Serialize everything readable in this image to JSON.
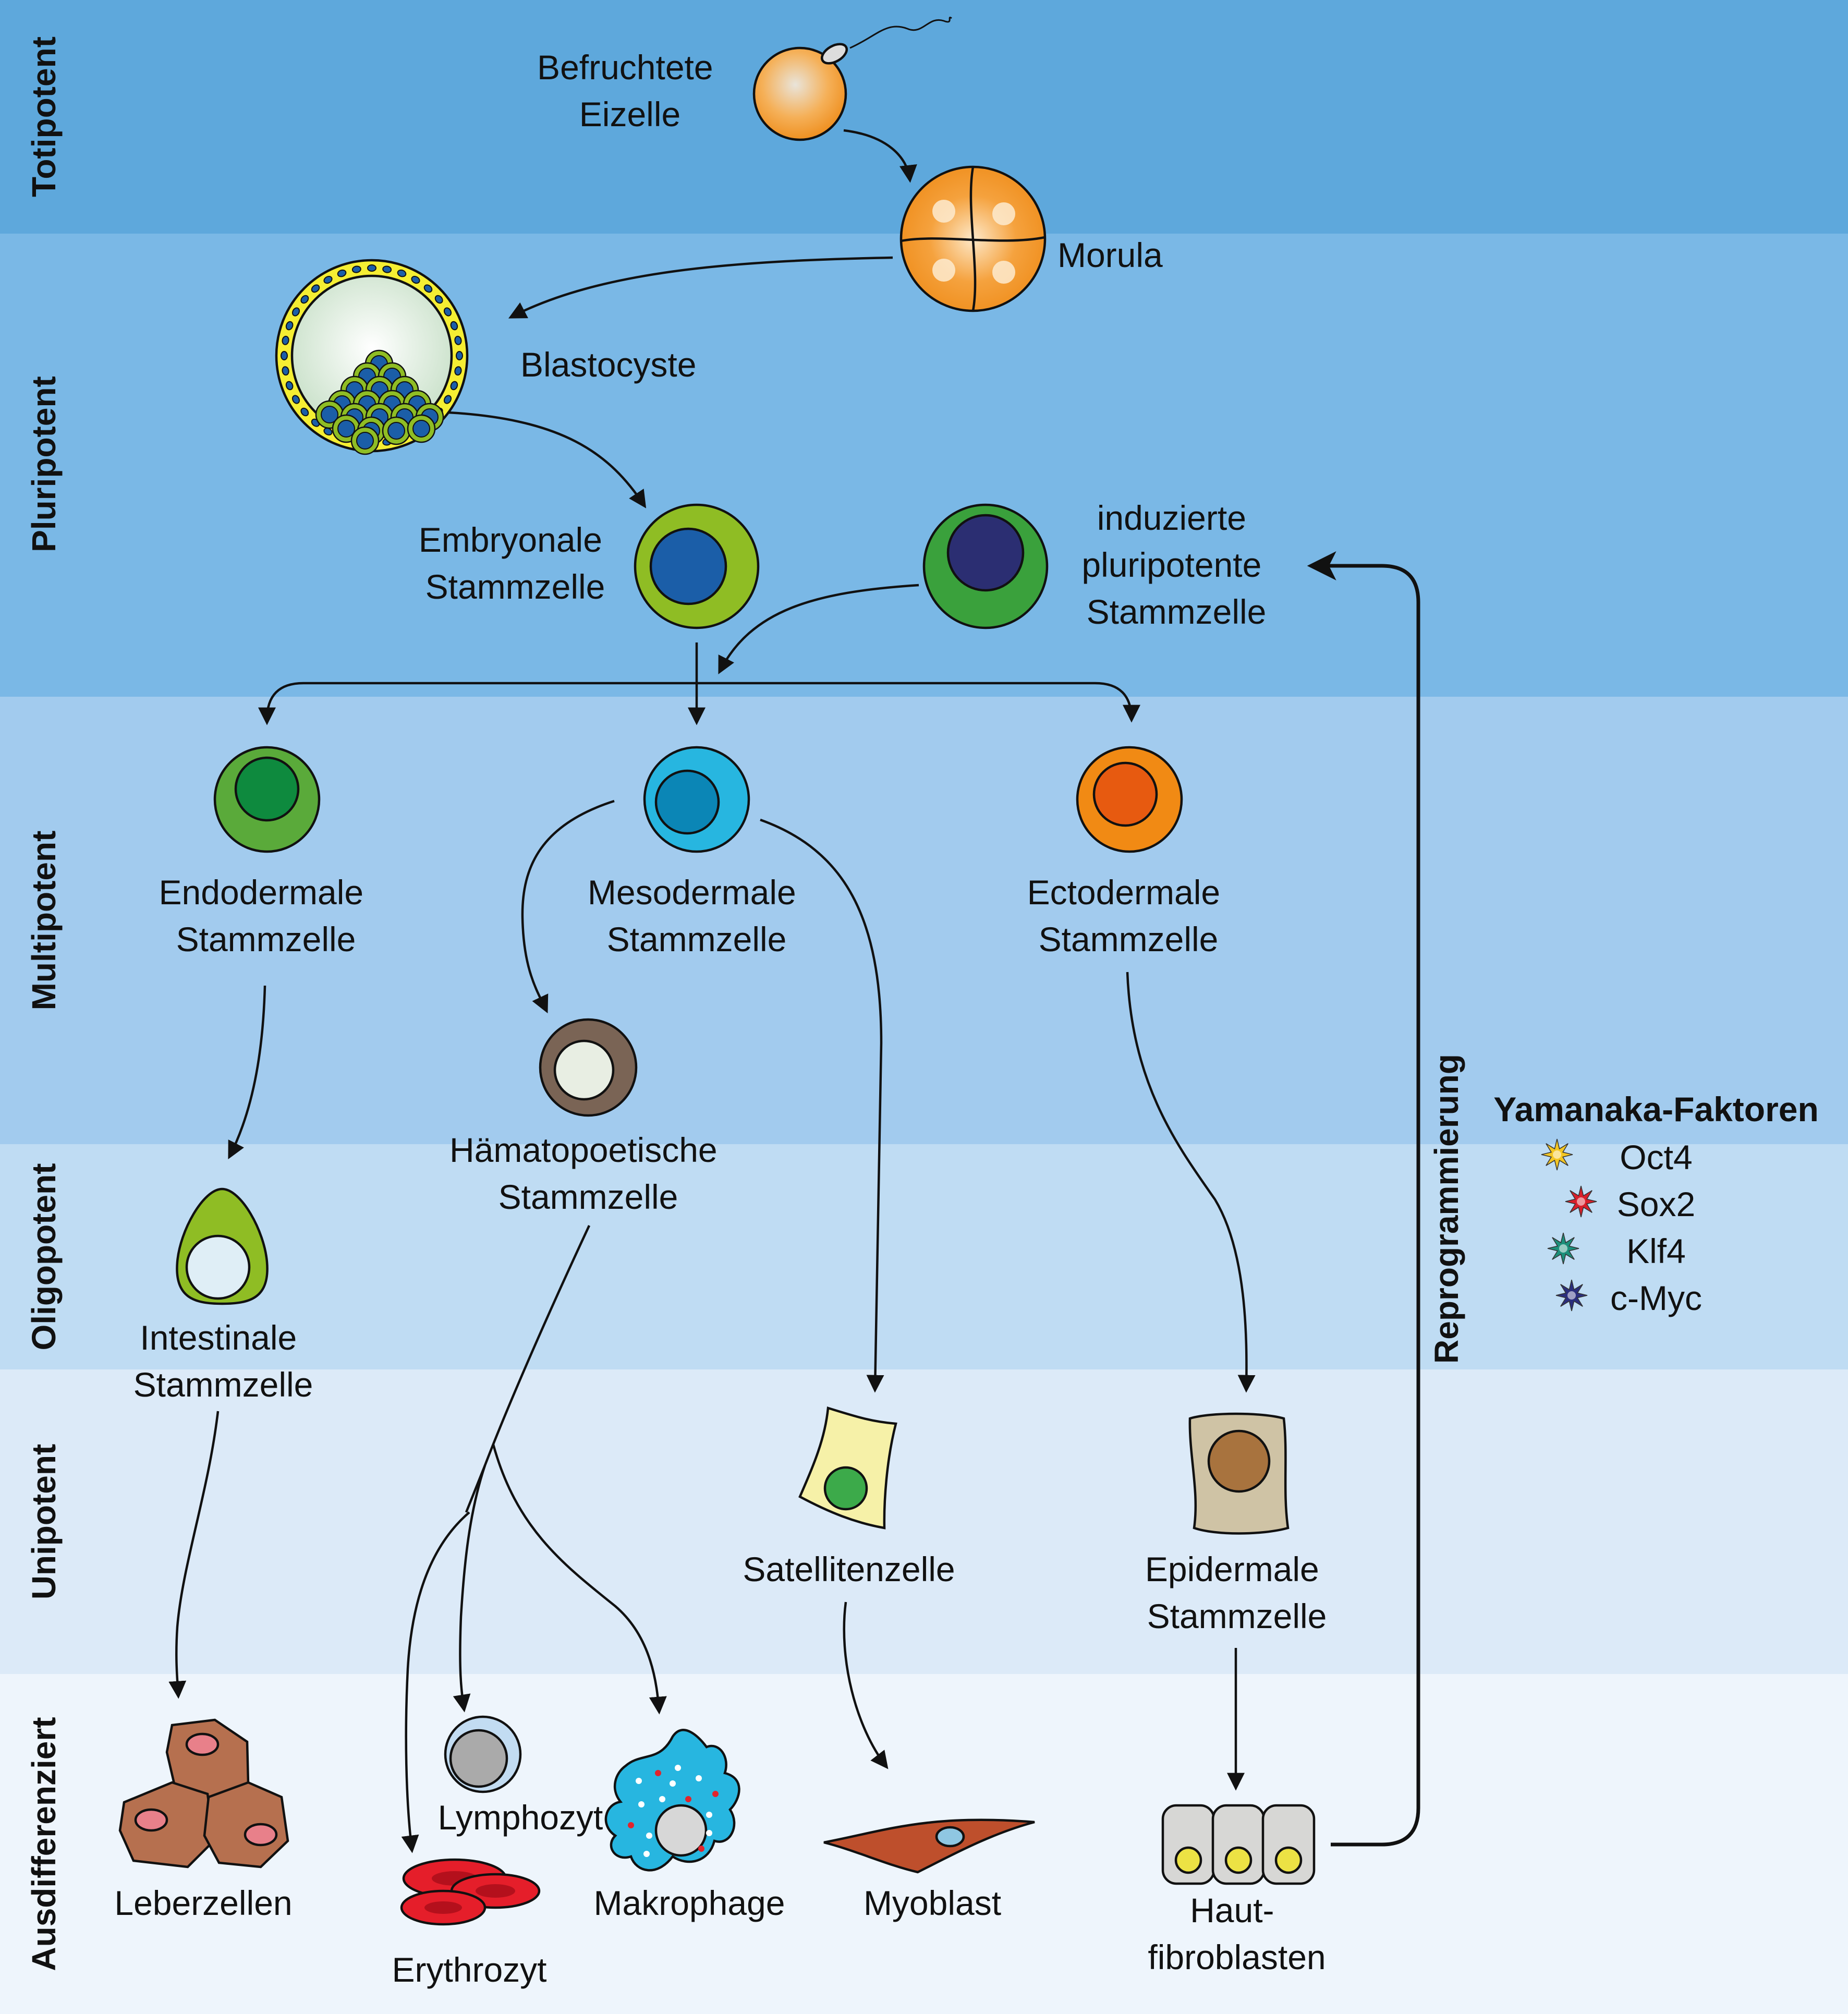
{
  "colors": {
    "totipotent_band": "#5ea8dc",
    "pluripotent_band": "#7ab8e6",
    "multipotent_band": "#a2cbee",
    "oligopotent_band": "#bfdcf3",
    "unipotent_band": "#dceaf8",
    "differentiated_band": "#eef5fc",
    "oct4": "#f3c623",
    "sox2": "#d81f2a",
    "klf4": "#1c8f7a",
    "cmyc": "#2b2e7d"
  },
  "levels": [
    {
      "id": "totipotent",
      "label": "Totipotent"
    },
    {
      "id": "pluripotent",
      "label": "Pluripotent"
    },
    {
      "id": "multipotent",
      "label": "Multipotent"
    },
    {
      "id": "oligopotent",
      "label": "Oligopotent"
    },
    {
      "id": "unipotent",
      "label": "Unipotent"
    },
    {
      "id": "differentiated",
      "label": "Ausdifferenziert"
    }
  ],
  "cells": {
    "befruchtete_eizelle": [
      "Befruchtete",
      "Eizelle"
    ],
    "morula": [
      "Morula"
    ],
    "blastocyste": [
      "Blastocyste"
    ],
    "embryonale_stammzelle": [
      "Embryonale",
      "Stammzelle"
    ],
    "ips_stammzelle": [
      "induzierte",
      "pluripotente",
      "Stammzelle"
    ],
    "endodermale_stammzelle": [
      "Endodermale",
      "Stammzelle"
    ],
    "mesodermale_stammzelle": [
      "Mesodermale",
      "Stammzelle"
    ],
    "ectodermale_stammzelle": [
      "Ectodermale",
      "Stammzelle"
    ],
    "haematopoetische_stammzelle": [
      "Hämatopoetische",
      "Stammzelle"
    ],
    "intestinale_stammzelle": [
      "Intestinale",
      "Stammzelle"
    ],
    "satellitenzelle": [
      "Satellitenzelle"
    ],
    "epidermale_stammzelle": [
      "Epidermale",
      "Stammzelle"
    ],
    "leberzellen": [
      "Leberzellen"
    ],
    "lymphozyt": [
      "Lymphozyt"
    ],
    "erythrozyt": [
      "Erythrozyt"
    ],
    "makrophage": [
      "Makrophage"
    ],
    "myoblast": [
      "Myoblast"
    ],
    "hautfibroblasten": [
      "Haut-",
      "fibroblasten"
    ]
  },
  "reprogramming_label": "Reprogrammierung",
  "legend": {
    "title": "Yamanaka-Faktoren",
    "items": [
      {
        "label": "Oct4",
        "color_key": "oct4"
      },
      {
        "label": "Sox2",
        "color_key": "sox2"
      },
      {
        "label": "Klf4",
        "color_key": "klf4"
      },
      {
        "label": "c-Myc",
        "color_key": "cmyc"
      }
    ]
  }
}
